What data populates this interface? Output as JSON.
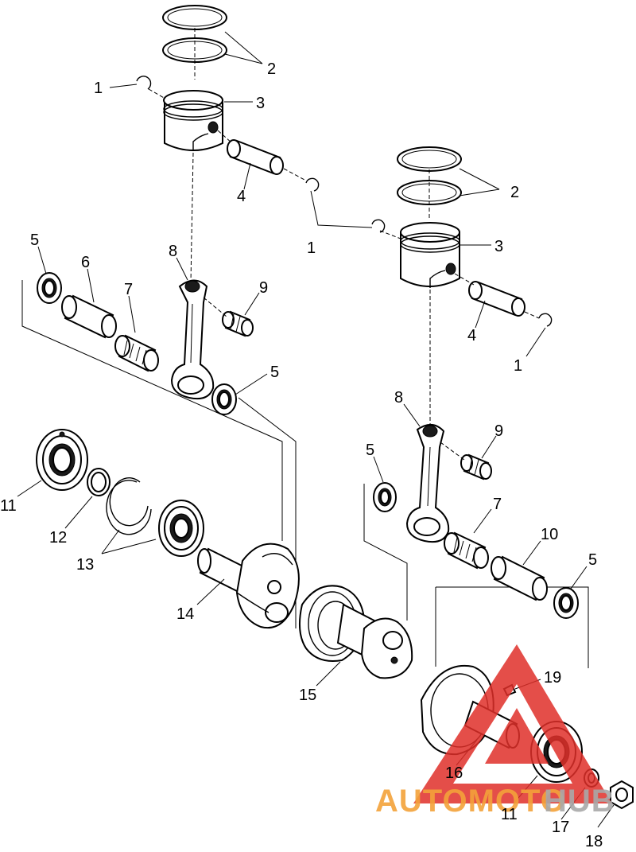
{
  "callouts": [
    {
      "id": "c1a",
      "label": "1"
    },
    {
      "id": "c2a",
      "label": "2"
    },
    {
      "id": "c3a",
      "label": "3"
    },
    {
      "id": "c4a",
      "label": "4"
    },
    {
      "id": "c1b",
      "label": "1"
    },
    {
      "id": "c2b",
      "label": "2"
    },
    {
      "id": "c3b",
      "label": "3"
    },
    {
      "id": "c4b",
      "label": "4"
    },
    {
      "id": "c1c",
      "label": "1"
    },
    {
      "id": "c5a",
      "label": "5"
    },
    {
      "id": "c6",
      "label": "6"
    },
    {
      "id": "c7a",
      "label": "7"
    },
    {
      "id": "c8a",
      "label": "8"
    },
    {
      "id": "c9a",
      "label": "9"
    },
    {
      "id": "c5b",
      "label": "5"
    },
    {
      "id": "c8b",
      "label": "8"
    },
    {
      "id": "c9b",
      "label": "9"
    },
    {
      "id": "c5c",
      "label": "5"
    },
    {
      "id": "c7b",
      "label": "7"
    },
    {
      "id": "c10",
      "label": "10"
    },
    {
      "id": "c5d",
      "label": "5"
    },
    {
      "id": "c11a",
      "label": "11"
    },
    {
      "id": "c12",
      "label": "12"
    },
    {
      "id": "c13",
      "label": "13"
    },
    {
      "id": "c14",
      "label": "14"
    },
    {
      "id": "c15",
      "label": "15"
    },
    {
      "id": "c19",
      "label": "19"
    },
    {
      "id": "c16",
      "label": "16"
    },
    {
      "id": "c11b",
      "label": "11"
    },
    {
      "id": "c17",
      "label": "17"
    },
    {
      "id": "c18",
      "label": "18"
    }
  ],
  "watermark": {
    "text_orange": "AUTOMOTO",
    "text_gray": "HUB",
    "color_red": "#e0302a",
    "color_orange": "#f3a23a",
    "color_gray": "#a9a9a9"
  }
}
